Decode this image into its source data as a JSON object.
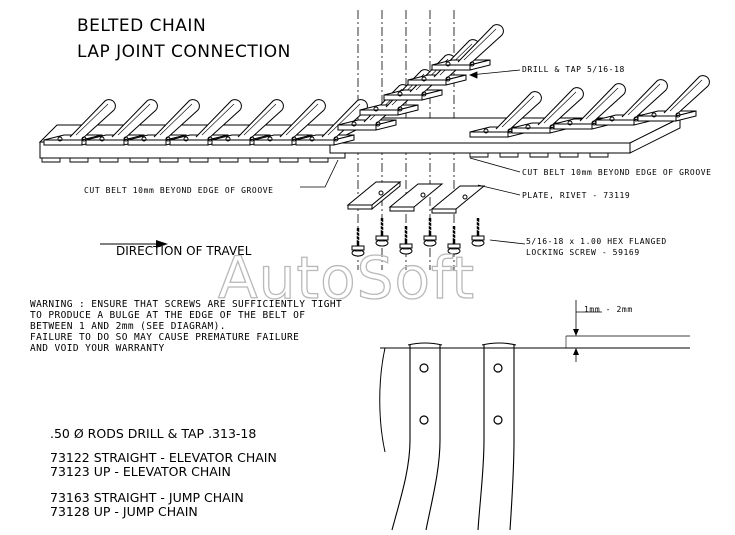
{
  "title": {
    "line1": "BELTED CHAIN",
    "line2": "LAP JOINT CONNECTION"
  },
  "labels": {
    "drill_tap": "DRILL & TAP 5/16-18",
    "cut_belt_left": "CUT BELT 10mm BEYOND EDGE OF GROOVE",
    "cut_belt_right": "CUT BELT 10mm BEYOND EDGE OF GROOVE",
    "plate_rivet": "PLATE, RIVET - 73119",
    "screw_line1": "5/16-18 x 1.00 HEX FLANGED",
    "screw_line2": "LOCKING SCREW - 59169",
    "direction": "DIRECTION OF TRAVEL",
    "gap": "1mm - 2mm"
  },
  "warning": [
    "WARNING : ENSURE THAT SCREWS ARE SUFFICIENTLY TIGHT",
    "TO PRODUCE A BULGE AT THE EDGE OF THE BELT OF",
    "BETWEEN 1 AND 2mm (SEE DIAGRAM).",
    "FAILURE TO DO SO MAY CAUSE PREMATURE FAILURE",
    "AND VOID YOUR WARRANTY"
  ],
  "rods_note": ".50 Ø RODS DRILL & TAP .313-18",
  "parts_group1": [
    "73122 STRAIGHT - ELEVATOR CHAIN",
    "73123 UP - ELEVATOR CHAIN"
  ],
  "parts_group2": [
    "73163 STRAIGHT - JUMP CHAIN",
    "73128 UP - JUMP CHAIN"
  ],
  "watermark": "AutoSoft"
}
